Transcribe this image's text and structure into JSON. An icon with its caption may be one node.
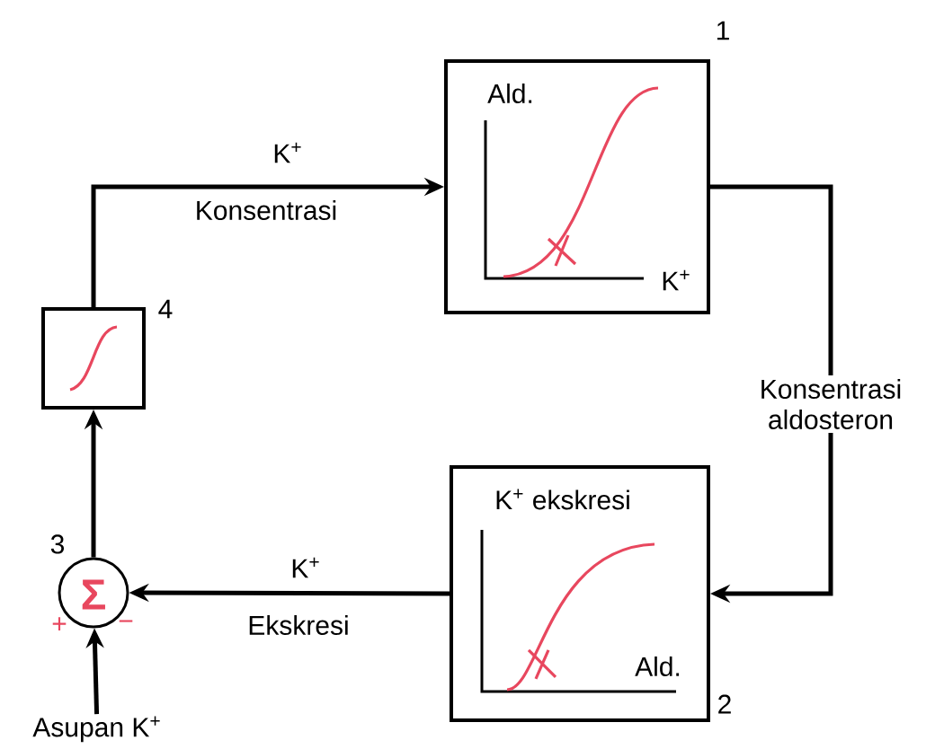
{
  "diagram": {
    "nodes": [
      {
        "text": [
          "Ald.",
          "K$^{+}$"
        ],
        "beside": [
          "1"
        ]
      },
      {
        "text": [
          "K$^{+}$ ekskresi",
          "Ald."
        ],
        "beside": [
          "2"
        ]
      },
      {
        "text": [
          "Σ"
        ],
        "beside": [
          "3",
          "+",
          "−"
        ]
      },
      {
        "text": [],
        "shape": "box",
        "beside": [
          "4"
        ]
      },
      {
        "text": [
          "Asupan K$^{+}$"
        ]
      }
    ],
    "edges": [
      {
        "from": 0,
        "to": 1,
        "arrow": "to",
        "label": "Konsentrasi aldosteron"
      },
      {
        "from": 1,
        "to": 2,
        "arrow": "to"
      },
      {
        "from": 2,
        "to": 3,
        "arrow": "to"
      },
      {
        "from": 3,
        "to": 0,
        "arrow": "to"
      },
      {
        "from": 4,
        "to": 2,
        "arrow": "to"
      }
    ],
    "labels": [
      "K$^{+}$",
      "Konsentrasi",
      "K$^{+}$",
      "Ekskresi"
    ]
  }
}
